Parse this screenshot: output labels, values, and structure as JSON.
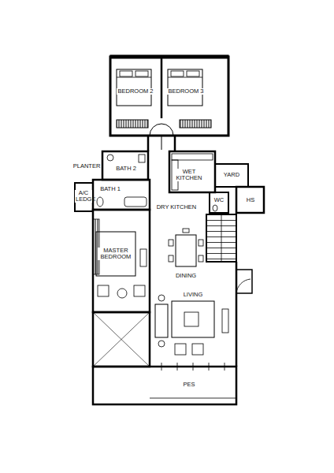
{
  "diagram": {
    "labels": [
      "BEDROOM 2",
      "BEDROOM 3",
      "PLANTER",
      "BATH 2",
      "WET KITCHEN",
      "YARD",
      "A/C LEDGE",
      "BATH 1",
      "DRY KITCHEN",
      "WC",
      "HS",
      "MASTER BEDROOM",
      "DINING",
      "LIVING",
      "PES"
    ]
  }
}
